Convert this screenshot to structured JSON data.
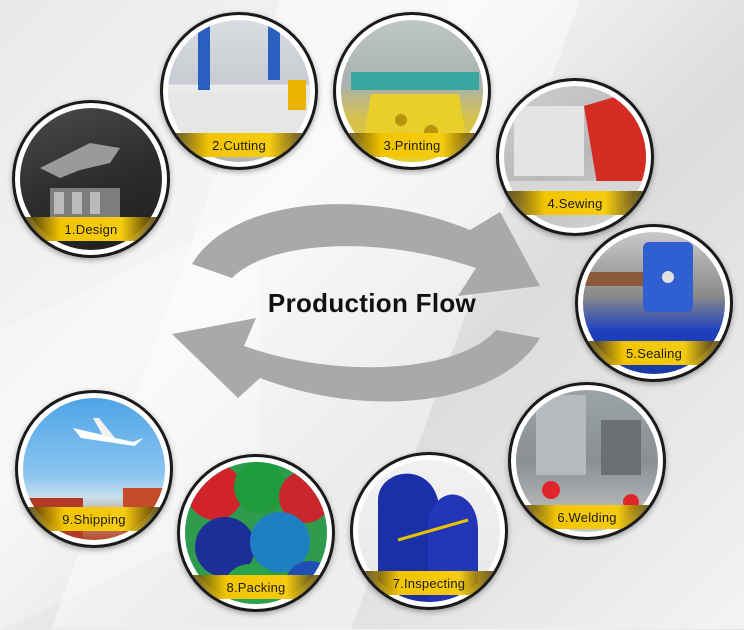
{
  "title": "Production Flow",
  "steps": [
    {
      "label": "1.Design"
    },
    {
      "label": "2.Cutting"
    },
    {
      "label": "3.Printing"
    },
    {
      "label": "4.Sewing"
    },
    {
      "label": "5.Sealing"
    },
    {
      "label": "6.Welding"
    },
    {
      "label": "7.Inspecting"
    },
    {
      "label": "8.Packing"
    },
    {
      "label": "9.Shipping"
    }
  ],
  "colors": {
    "label_bar": "#f2c500",
    "arrow": "#a9a9a9",
    "ring": "#1a1a1a"
  }
}
